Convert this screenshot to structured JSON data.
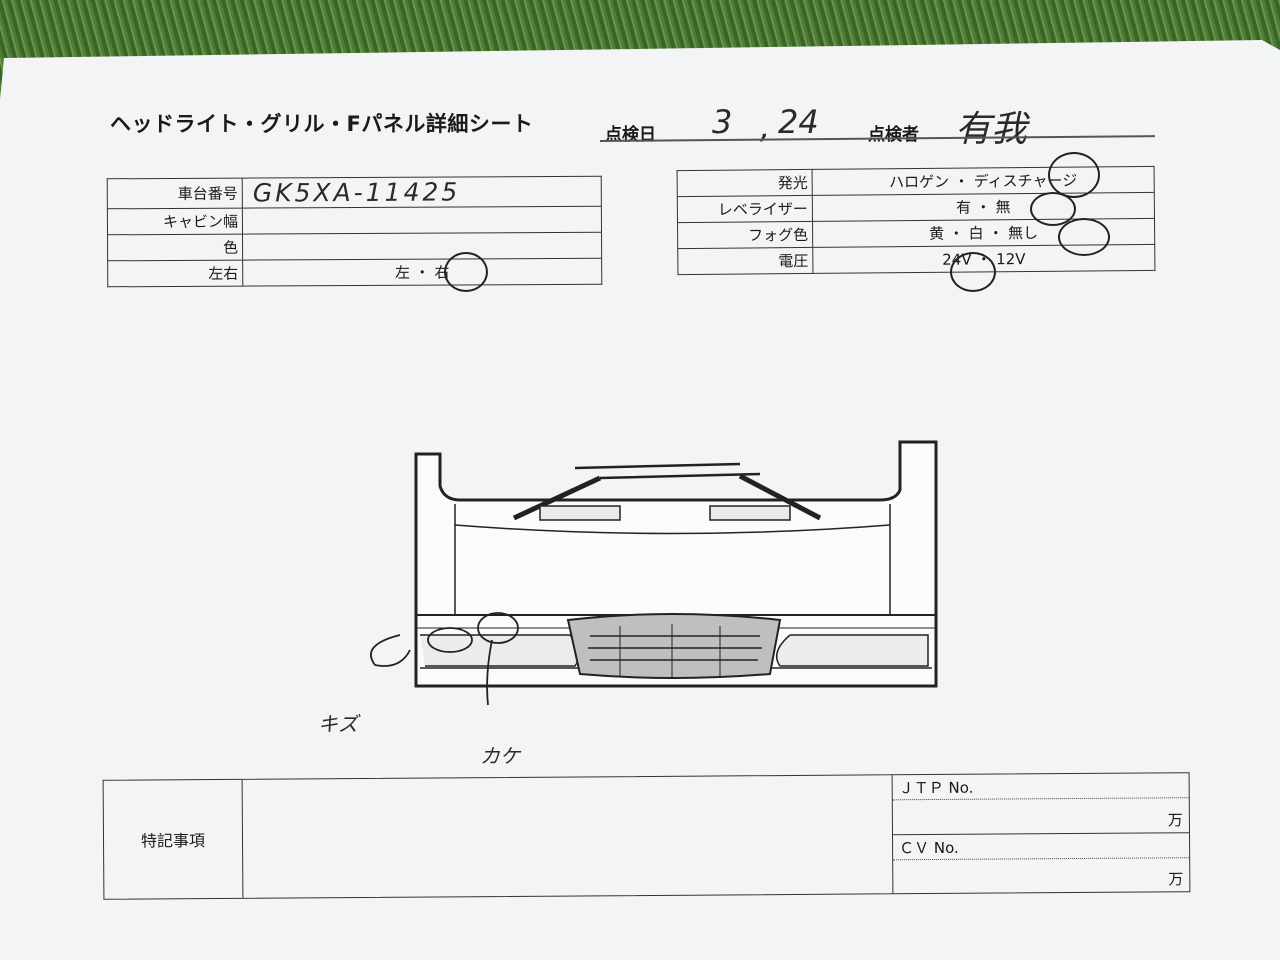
{
  "header": {
    "title": "ヘッドライト・グリル・Fパネル詳細シート",
    "date_label": "点検日",
    "date_month": "3",
    "date_day": "24",
    "inspector_label": "点検者",
    "inspector_name": "有我"
  },
  "vehicle_table": {
    "rows": [
      {
        "key": "車台番号",
        "value": "GK5XA-11425"
      },
      {
        "key": "キャビン幅",
        "value": ""
      },
      {
        "key": "色",
        "value": ""
      },
      {
        "key": "左右",
        "value": "左 ・ 右",
        "circled": "右"
      }
    ]
  },
  "light_table": {
    "rows": [
      {
        "key": "発光",
        "value": "ハロゲン ・ ディスチャージ",
        "circled": "ディスチャージ"
      },
      {
        "key": "レベライザー",
        "value": "有 ・ 無",
        "circled": "無"
      },
      {
        "key": "フォグ色",
        "value": "黄 ・ 白 ・ 無し",
        "circled": "無し"
      },
      {
        "key": "電圧",
        "value": "24V ・ 12V",
        "circled": "24V"
      }
    ]
  },
  "annotations": {
    "scratch_label": "キズ",
    "chip_label": "カケ"
  },
  "notes": {
    "label": "特記事項",
    "jtp_label": "ＪＴＰ No.",
    "cv_label": "ＣＶ No.",
    "unit": "万"
  },
  "colors": {
    "paper": "#f3f4f6",
    "grass": "#3f6b2e",
    "ink": "#1a1a1a"
  }
}
